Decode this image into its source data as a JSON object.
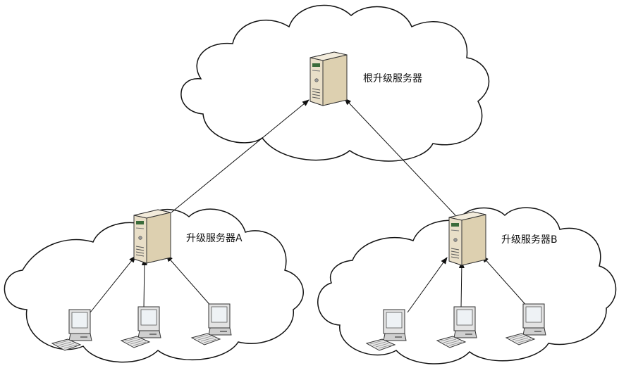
{
  "labels": {
    "root_server": "根升级服务器",
    "server_a": "升级服务器A",
    "server_b": "升级服务器B"
  },
  "colors": {
    "cloud_fill": "#ffffff",
    "cloud_stroke": "#111111",
    "server_body": "#e9dfc8",
    "server_side": "#c9b994",
    "monitor_body": "#e3e3e3",
    "arrow": "#111111"
  },
  "icons": {
    "server": "server-tower-icon",
    "client": "desktop-computer-icon"
  }
}
